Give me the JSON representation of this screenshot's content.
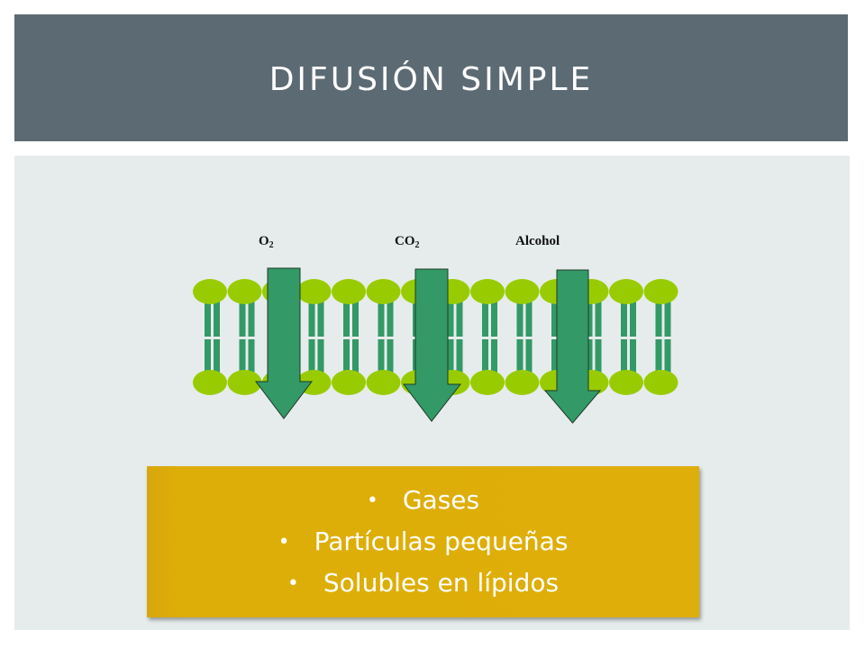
{
  "slide": {
    "title": "DIFUSIÓN SIMPLE"
  },
  "diagram": {
    "molecules": [
      {
        "base": "O",
        "sub": "2"
      },
      {
        "base": "CO",
        "sub": "2"
      },
      {
        "base": "Alcohol",
        "sub": ""
      }
    ],
    "colors": {
      "phospholipid_head": "#99cc00",
      "phospholipid_tail": "#339966",
      "arrow_fill": "#339966",
      "arrow_stroke": "#1f3a2a"
    },
    "phospholipid_count": 14
  },
  "info_box": {
    "bullet_symbol": "•",
    "items": [
      "Gases",
      "Partículas pequeñas",
      "Solubles en lípidos"
    ],
    "color": "#dfae08"
  }
}
